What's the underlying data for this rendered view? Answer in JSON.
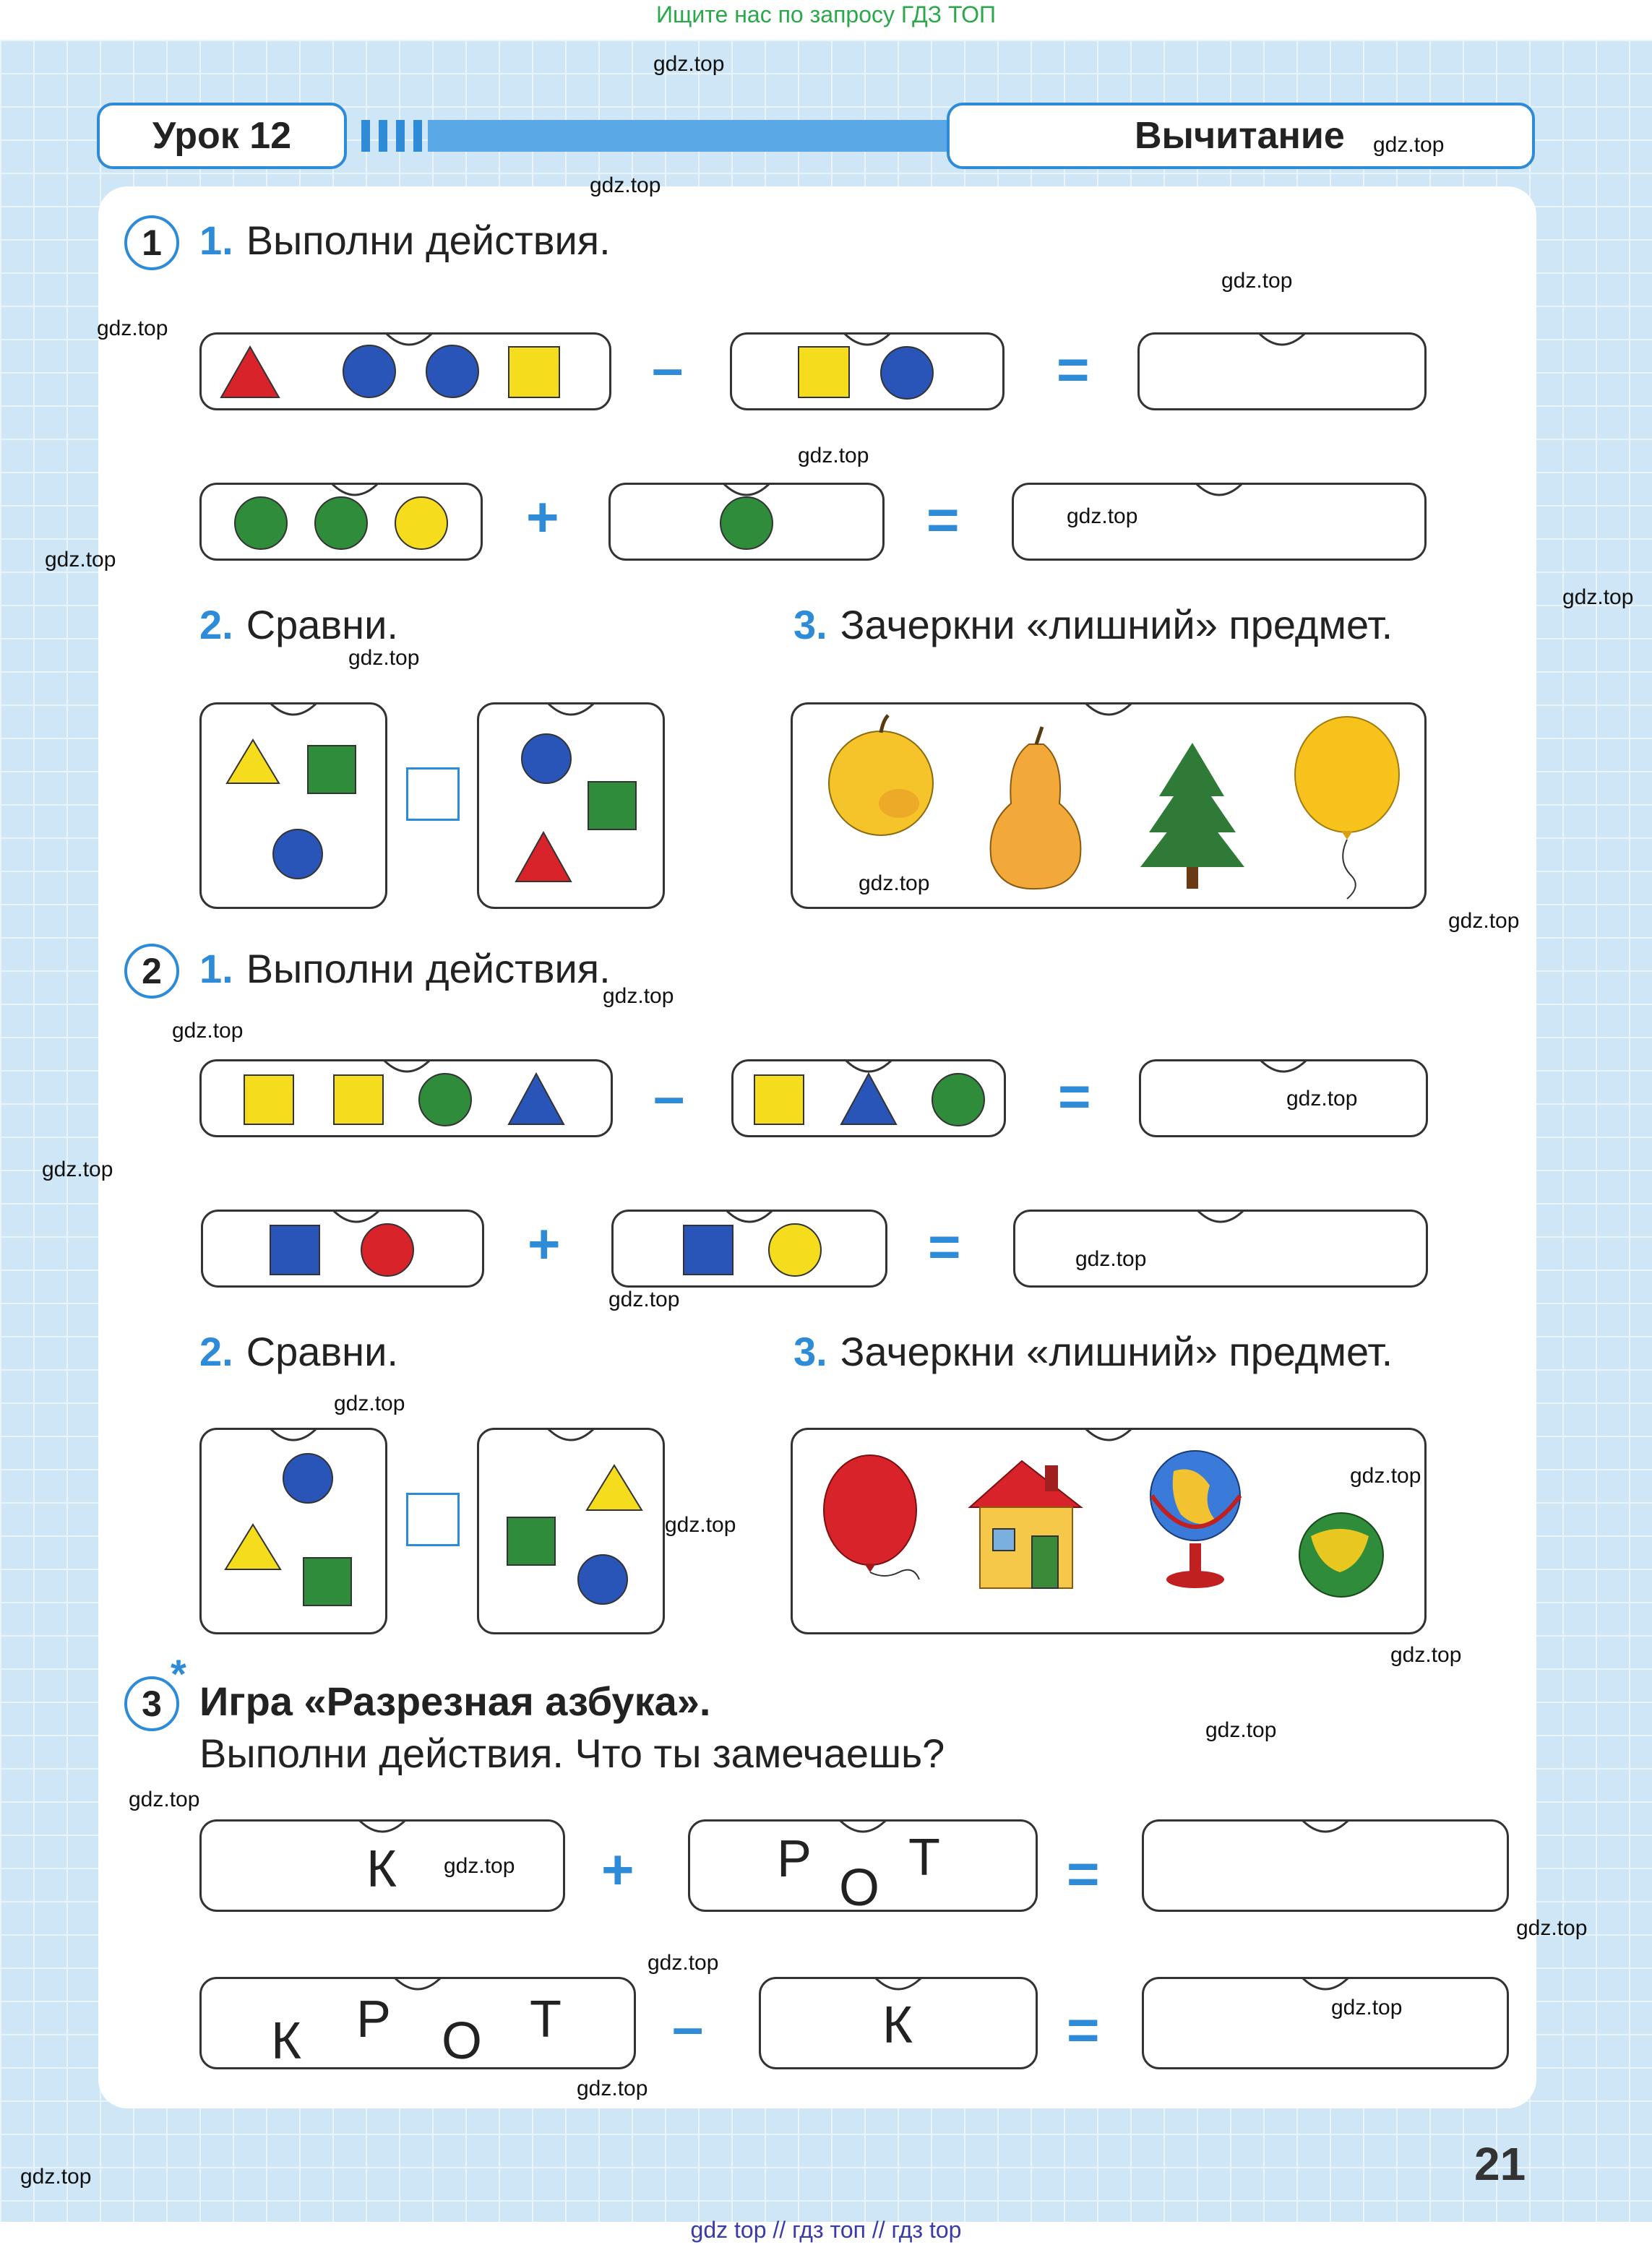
{
  "banner_top": "Ищите нас по запросу ГДЗ ТОП",
  "banner_bottom": "gdz top  //  гдз топ  //  гдз top",
  "header": {
    "lesson": "Урок 12",
    "topic": "Вычитание"
  },
  "watermark": "gdz.top",
  "section1": {
    "badge": "1",
    "task1": {
      "num": "1.",
      "text": "Выполни действия."
    },
    "task2": {
      "num": "2.",
      "text": "Сравни."
    },
    "task3": {
      "num": "3.",
      "text": "Зачеркни «лишний» предмет."
    },
    "ops": {
      "minus": "–",
      "plus": "+",
      "equals": "="
    }
  },
  "section2": {
    "badge": "2",
    "task1": {
      "num": "1.",
      "text": "Выполни действия."
    },
    "task2": {
      "num": "2.",
      "text": "Сравни."
    },
    "task3": {
      "num": "3.",
      "text": "Зачеркни «лишний» предмет."
    },
    "ops": {
      "minus": "–",
      "plus": "+",
      "equals": "="
    }
  },
  "section3": {
    "badge": "3",
    "star": "*",
    "title": "Игра «Разрезная азбука».",
    "subtitle": "Выполни действия. Что ты замечаешь?",
    "row1": {
      "a": "К",
      "b1": "Р",
      "b2": "О",
      "b3": "Т",
      "plus": "+",
      "equals": "="
    },
    "row2": {
      "a1": "К",
      "a2": "Р",
      "a3": "О",
      "a4": "Т",
      "b": "К",
      "minus": "–",
      "equals": "="
    }
  },
  "page_number": "21",
  "colors": {
    "accent": "#2e8bd8",
    "red": "#d8232a",
    "blue": "#2a55b8",
    "green": "#2e8c3a",
    "yellow": "#f5dd1e"
  },
  "icons": [
    "apple-icon",
    "pear-icon",
    "fir-tree-icon",
    "balloon-icon",
    "house-icon",
    "globe-icon",
    "ball-icon"
  ]
}
